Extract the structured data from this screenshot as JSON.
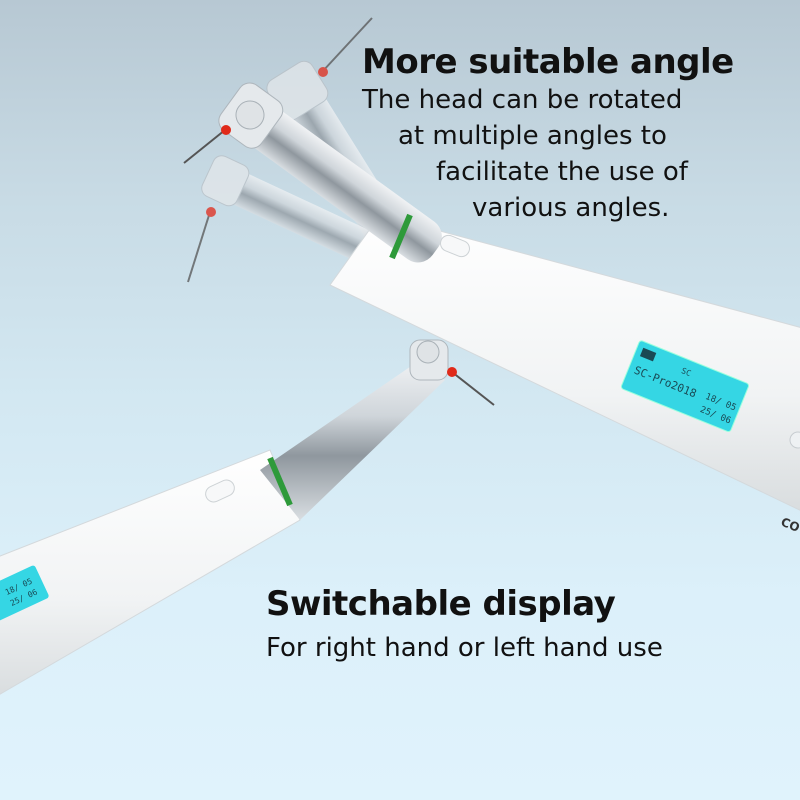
{
  "feature_angle": {
    "title": "More suitable angle",
    "lines": [
      "The head can be rotated",
      "at multiple angles to",
      "facilitate the use of",
      "various angles."
    ]
  },
  "feature_display": {
    "title": "Switchable display",
    "description": "For right hand or left hand use"
  },
  "device": {
    "lcd_right": {
      "model": "SC-Pro2018",
      "mode": "SC",
      "value_1": "18/ 05",
      "value_2": "25/ 06"
    },
    "lcd_left": {
      "value_1": "18/ 05",
      "value_2": "25/ 06"
    },
    "brand_partial": "CO"
  },
  "colors": {
    "background_top": "#b7c8d3",
    "background_bottom": "#e0f3fc",
    "lcd_screen": "#35d6e4",
    "green_ring": "#2e9a3a",
    "file_stopper_red": "#e02a1a",
    "handpiece_white": "#f4f6f7",
    "metal": "#c9cfd4"
  }
}
